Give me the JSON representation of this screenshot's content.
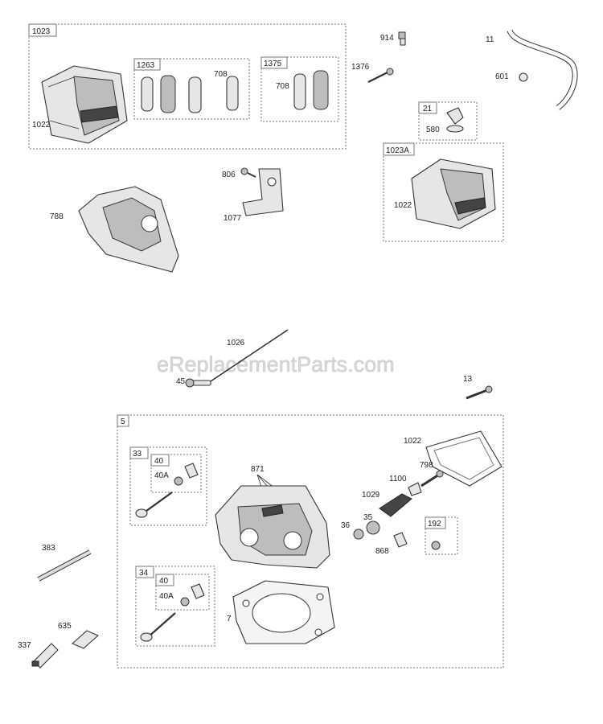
{
  "watermark": "eReplacementParts.com",
  "labels": {
    "l1023": "1023",
    "l1022a": "1022",
    "l1263": "1263",
    "l708a": "708",
    "l1375": "1375",
    "l708b": "708",
    "l914": "914",
    "l1376": "1376",
    "l11": "11",
    "l601": "601",
    "l21": "21",
    "l580": "580",
    "l1023A": "1023A",
    "l1022b": "1022",
    "l806": "806",
    "l1077": "1077",
    "l788": "788",
    "l1026": "1026",
    "l45": "45",
    "l13": "13",
    "l5": "5",
    "l33": "33",
    "l40a": "40",
    "l40Aa": "40A",
    "l871": "871",
    "l1022c": "1022",
    "l798": "798",
    "l1100": "1100",
    "l1029": "1029",
    "l35": "35",
    "l36": "36",
    "l192": "192",
    "l868": "868",
    "l34": "34",
    "l40b": "40",
    "l40Ab": "40A",
    "l7": "7",
    "l383": "383",
    "l635": "635",
    "l337": "337"
  }
}
